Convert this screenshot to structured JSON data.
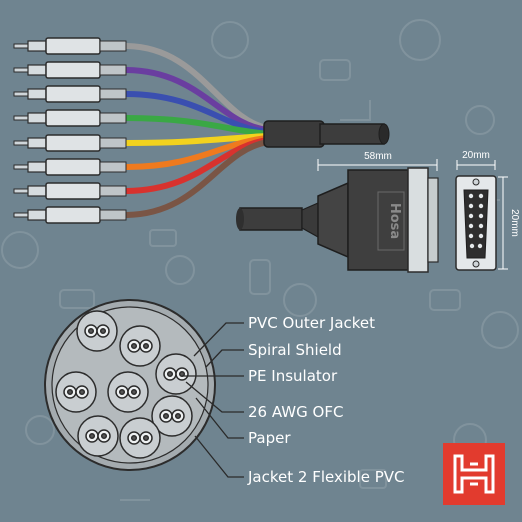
{
  "colors": {
    "background": "#6f8490",
    "cable_gray": "#9a9a9a",
    "cable_purple": "#6a3ea0",
    "cable_blue": "#3a4fb0",
    "cable_green": "#3aa845",
    "cable_yellow": "#f2d21e",
    "cable_orange": "#ef7a1e",
    "cable_red": "#d8322e",
    "cable_brown": "#7a5545",
    "brand_red": "#e23b2e"
  },
  "dimensions": {
    "length_label": "58mm",
    "width_label": "20mm",
    "height_label": "20mm"
  },
  "connector": {
    "brand_mark": "Hosa"
  },
  "cross_section": {
    "labels": [
      "PVC Outer Jacket",
      "Spiral Shield",
      "PE Insulator",
      "26 AWG OFC",
      "Paper",
      "Jacket 2 Flexible PVC"
    ]
  },
  "logo": {
    "icon": "hosa-logo-icon"
  }
}
